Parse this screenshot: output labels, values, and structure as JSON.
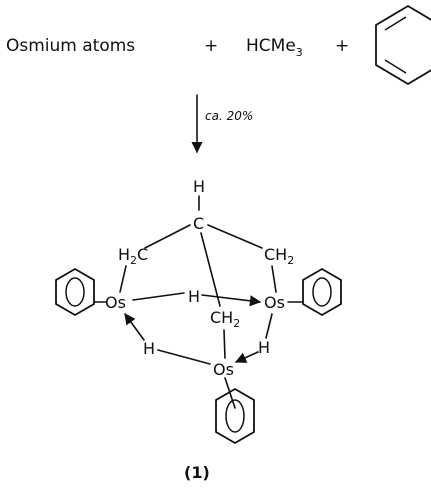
{
  "reaction": {
    "reactant_1": "Osmium atoms",
    "plus_1": "+",
    "reactant_2_base": "HCMe",
    "reactant_2_sub": "3",
    "plus_2": "+",
    "arrow_condition": "ca. 20%"
  },
  "product": {
    "label": "(1)",
    "atoms": {
      "h_top": "H",
      "c_center": "C",
      "ch2_left_h": "H",
      "ch2_left_sub": "2",
      "ch2_left_c": "C",
      "ch2_right": "CH",
      "ch2_right_sub": "2",
      "ch2_mid": "CH",
      "ch2_mid_sub": "2",
      "os_left": "Os",
      "os_right": "Os",
      "os_bottom": "Os",
      "h_bridge_top": "H",
      "h_bridge_left": "H",
      "h_bridge_right": "H"
    }
  },
  "icons": {
    "benzene_reactant": "benzene-ring-icon",
    "benzene_left": "benzene-ring-icon",
    "benzene_right": "benzene-ring-icon",
    "benzene_bottom": "benzene-ring-icon",
    "reaction_arrow": "arrow-down-icon"
  }
}
